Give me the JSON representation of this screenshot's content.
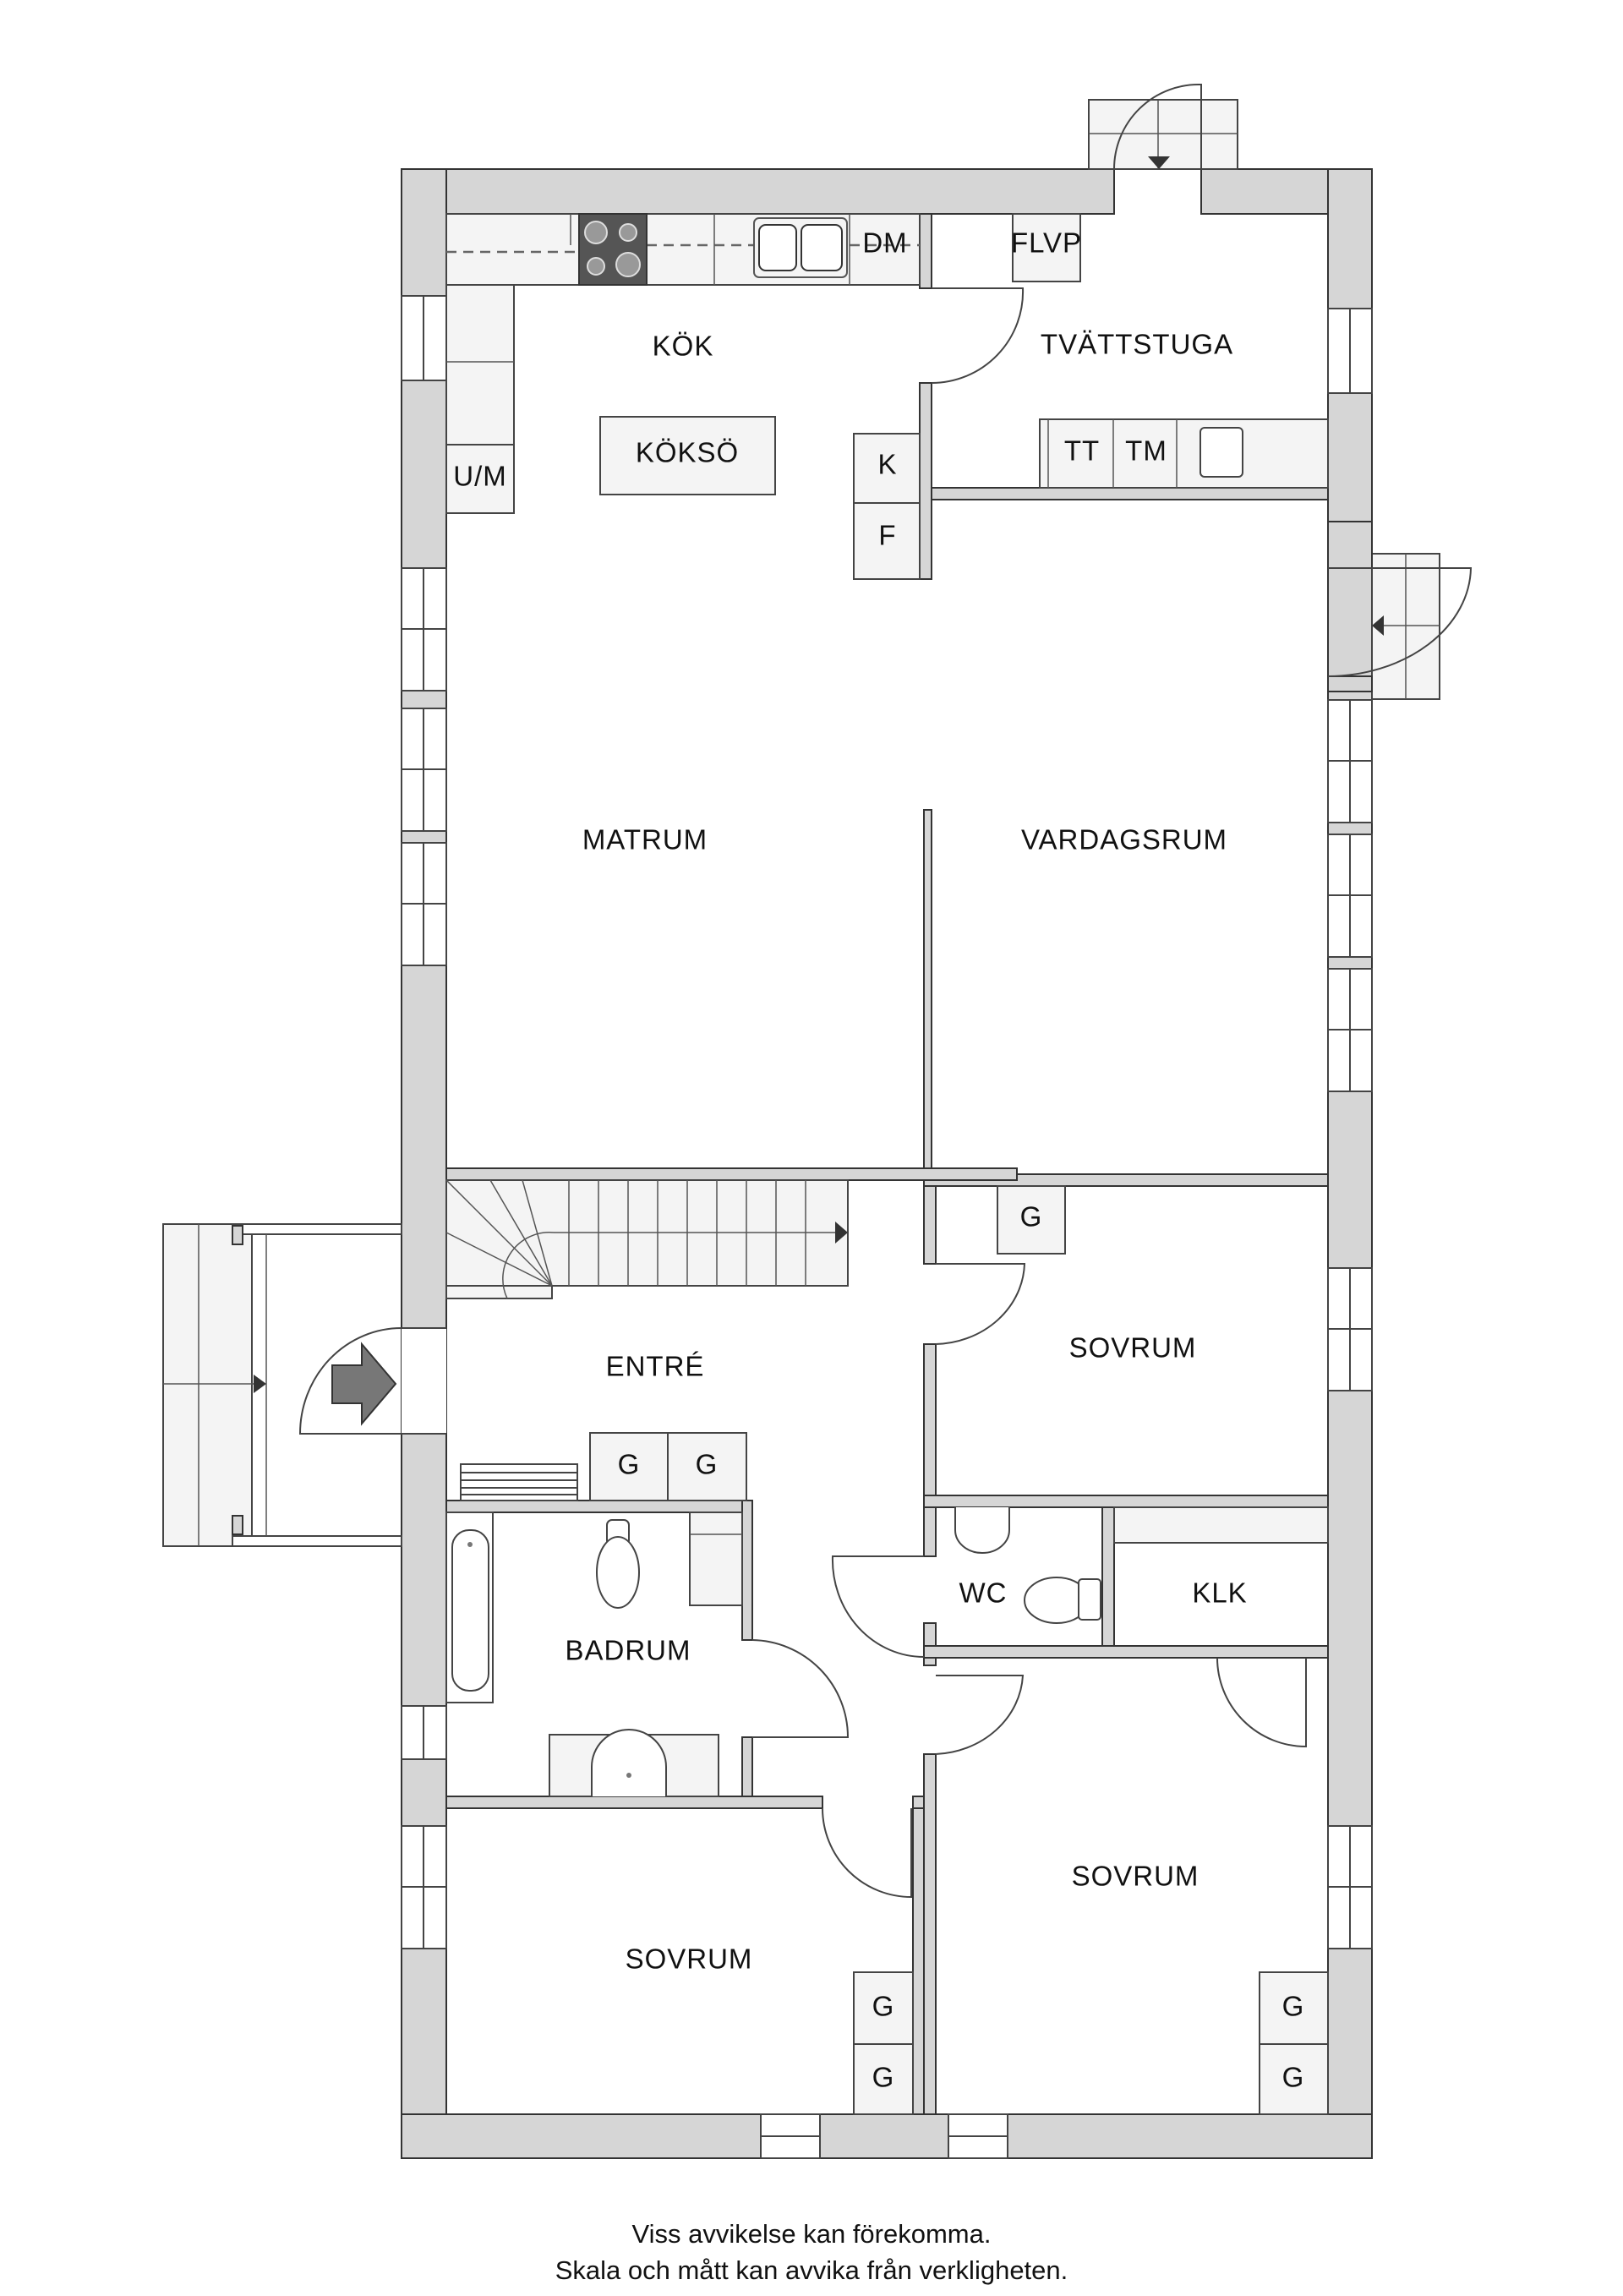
{
  "rooms": {
    "kitchen": "KÖK",
    "kitchen_island": "KÖKSÖ",
    "laundry": "TVÄTTSTUGA",
    "dining": "MATRUM",
    "living": "VARDAGSRUM",
    "hall": "ENTRÉ",
    "bedroom_right_upper": "SOVRUM",
    "bathroom": "BADRUM",
    "wc": "WC",
    "walk_in_closet": "KLK",
    "bedroom_left_lower": "SOVRUM",
    "bedroom_right_lower": "SOVRUM"
  },
  "fixtures": {
    "dishwasher": "DM",
    "air_heat_pump": "FLVP",
    "dryer": "TT",
    "washer": "TM",
    "fridge": "K",
    "freezer": "F",
    "microwave_oven": "U/M",
    "wardrobe": "G"
  },
  "icons": {
    "entrance_arrow": "entrance-arrow-icon",
    "stairs_arrow": "stairs-direction-arrow-icon",
    "stove": "stove-icon",
    "sink": "sink-icon",
    "toilet": "toilet-icon",
    "bathtub": "bathtub-icon",
    "washbasin": "washbasin-icon",
    "radiator": "radiator-icon"
  },
  "colors": {
    "wall": "#d6d6d6",
    "fixture": "#f4f4f4",
    "stove": "#555555",
    "line": "#333333"
  },
  "disclaimer": {
    "line1": "Viss avvikelse kan förekomma.",
    "line2": "Skala och mått kan avvika från verkligheten."
  }
}
